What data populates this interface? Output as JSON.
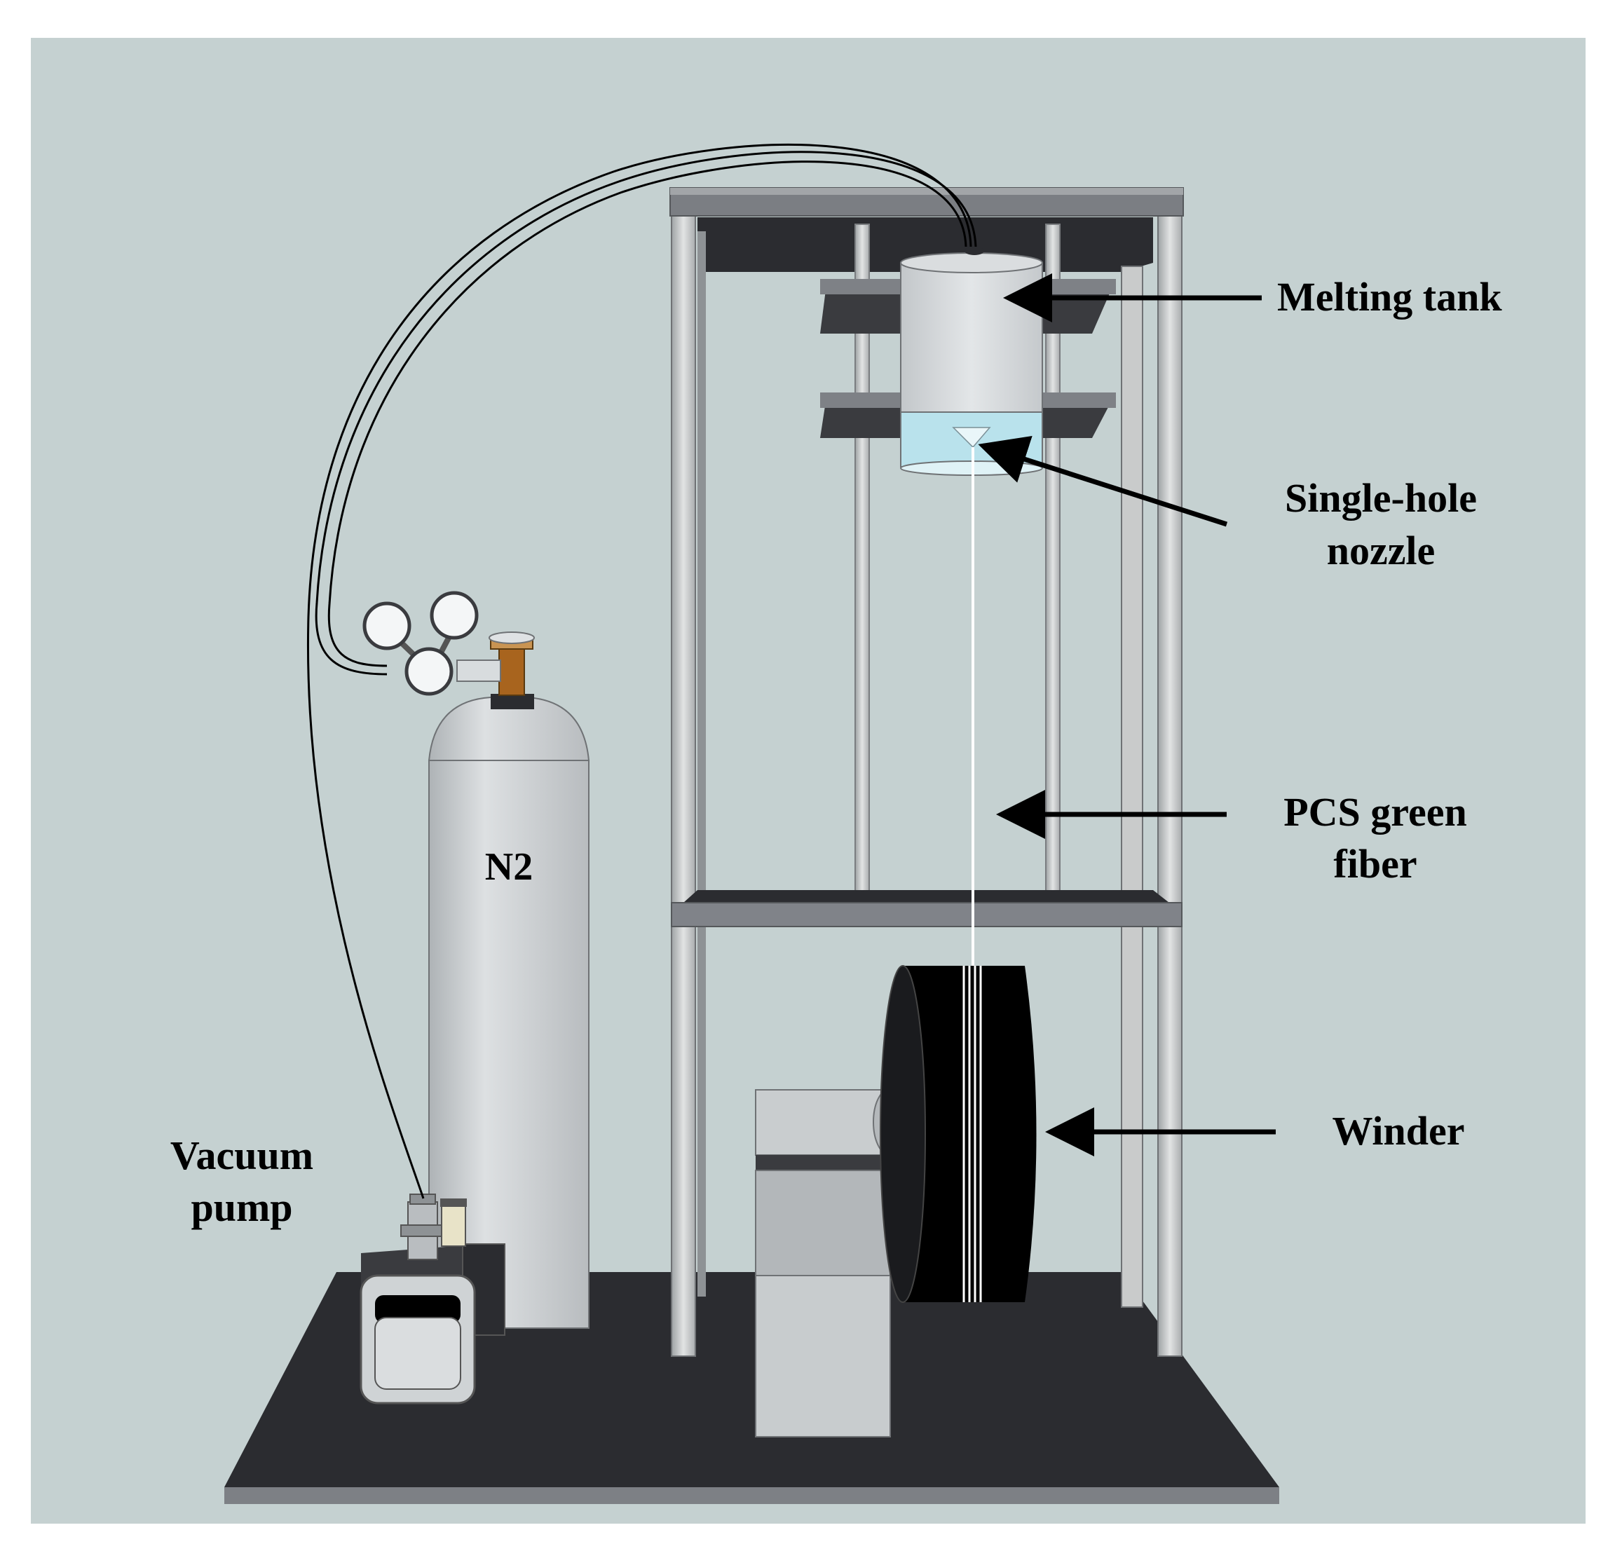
{
  "labels": {
    "melting_tank": "Melting tank",
    "nozzle_line1": "Single-hole",
    "nozzle_line2": "nozzle",
    "fiber_line1": "PCS green",
    "fiber_line2": "fiber",
    "winder": "Winder",
    "pump_line1": "Vacuum",
    "pump_line2": "pump",
    "cylinder": "N2"
  },
  "colors": {
    "background": "#c5d1d1",
    "frame": "#c9cbcb",
    "dark": "#2b2c30",
    "gray_metal": "#c8ccce",
    "spool": "#000000",
    "brass": "#a8641e",
    "nozzle_glass": "#b9e2ec"
  }
}
